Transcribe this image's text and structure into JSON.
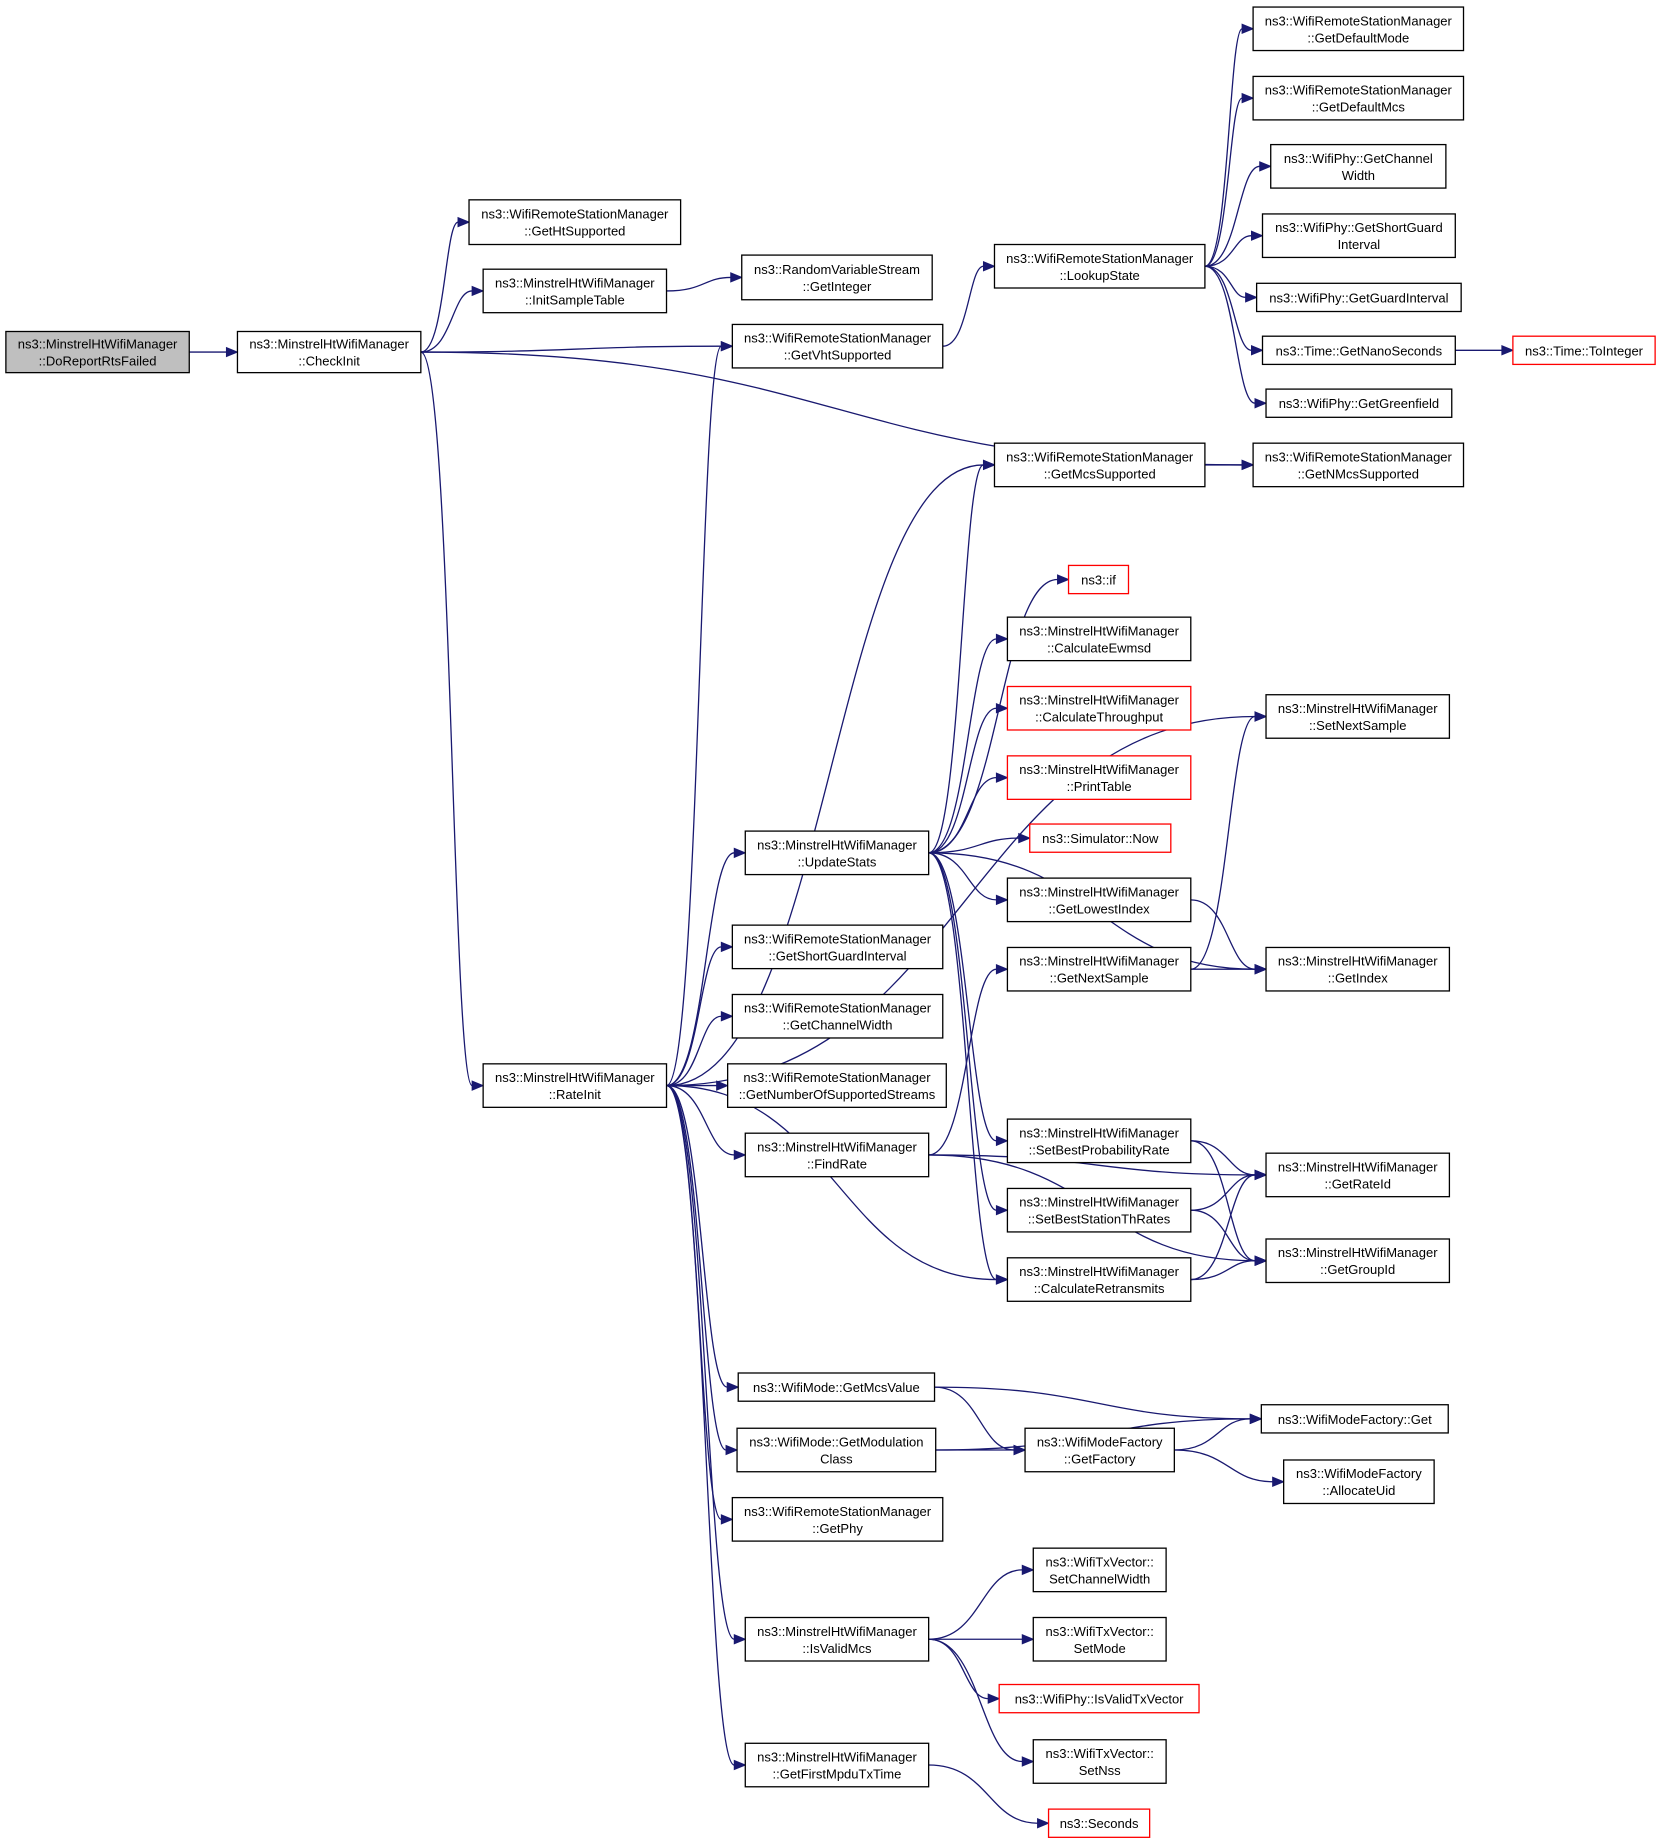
{
  "colors": {
    "edge": "#191970",
    "node_border": "#000000",
    "node_border_highlight": "#ff0000",
    "root_fill": "#bfbfbf",
    "node_fill": "#ffffff"
  },
  "nodes": {
    "doReport": {
      "lines": [
        "ns3::MinstrelHtWifiManager",
        "::DoReportRtsFailed"
      ],
      "style": "root"
    },
    "checkInit": {
      "lines": [
        "ns3::MinstrelHtWifiManager",
        "::CheckInit"
      ]
    },
    "getHtSupported": {
      "lines": [
        "ns3::WifiRemoteStationManager",
        "::GetHtSupported"
      ]
    },
    "initSample": {
      "lines": [
        "ns3::MinstrelHtWifiManager",
        "::InitSampleTable"
      ]
    },
    "rvsGetInteger": {
      "lines": [
        "ns3::RandomVariableStream",
        "::GetInteger"
      ]
    },
    "getVht": {
      "lines": [
        "ns3::WifiRemoteStationManager",
        "::GetVhtSupported"
      ]
    },
    "lookupState": {
      "lines": [
        "ns3::WifiRemoteStationManager",
        "::LookupState"
      ]
    },
    "defaultMode": {
      "lines": [
        "ns3::WifiRemoteStationManager",
        "::GetDefaultMode"
      ]
    },
    "defaultMcs": {
      "lines": [
        "ns3::WifiRemoteStationManager",
        "::GetDefaultMcs"
      ]
    },
    "phyChanWidth": {
      "lines": [
        "ns3::WifiPhy::GetChannel",
        "Width"
      ]
    },
    "phyShortGuard": {
      "lines": [
        "ns3::WifiPhy::GetShortGuard",
        "Interval"
      ]
    },
    "phyGuard": {
      "lines": [
        "ns3::WifiPhy::GetGuardInterval"
      ]
    },
    "nanoSeconds": {
      "lines": [
        "ns3::Time::GetNanoSeconds"
      ]
    },
    "toInteger": {
      "lines": [
        "ns3::Time::ToInteger"
      ],
      "style": "red"
    },
    "greenfield": {
      "lines": [
        "ns3::WifiPhy::GetGreenfield"
      ]
    },
    "mcsSupported": {
      "lines": [
        "ns3::WifiRemoteStationManager",
        "::GetMcsSupported"
      ]
    },
    "nMcsSupported": {
      "lines": [
        "ns3::WifiRemoteStationManager",
        "::GetNMcsSupported"
      ]
    },
    "nsIf": {
      "lines": [
        "ns3::if"
      ],
      "style": "red"
    },
    "calcEwmsd": {
      "lines": [
        "ns3::MinstrelHtWifiManager",
        "::CalculateEwmsd"
      ]
    },
    "calcThroughput": {
      "lines": [
        "ns3::MinstrelHtWifiManager",
        "::CalculateThroughput"
      ],
      "style": "red"
    },
    "setNextSample": {
      "lines": [
        "ns3::MinstrelHtWifiManager",
        "::SetNextSample"
      ]
    },
    "printTable": {
      "lines": [
        "ns3::MinstrelHtWifiManager",
        "::PrintTable"
      ],
      "style": "red"
    },
    "simNow": {
      "lines": [
        "ns3::Simulator::Now"
      ],
      "style": "red"
    },
    "updateStats": {
      "lines": [
        "ns3::MinstrelHtWifiManager",
        "::UpdateStats"
      ]
    },
    "lowestIndex": {
      "lines": [
        "ns3::MinstrelHtWifiManager",
        "::GetLowestIndex"
      ]
    },
    "shortGuard": {
      "lines": [
        "ns3::WifiRemoteStationManager",
        "::GetShortGuardInterval"
      ]
    },
    "nextSample": {
      "lines": [
        "ns3::MinstrelHtWifiManager",
        "::GetNextSample"
      ]
    },
    "getIndex": {
      "lines": [
        "ns3::MinstrelHtWifiManager",
        "::GetIndex"
      ]
    },
    "chanWidth": {
      "lines": [
        "ns3::WifiRemoteStationManager",
        "::GetChannelWidth"
      ]
    },
    "rateInit": {
      "lines": [
        "ns3::MinstrelHtWifiManager",
        "::RateInit"
      ]
    },
    "numStreams": {
      "lines": [
        "ns3::WifiRemoteStationManager",
        "::GetNumberOfSupportedStreams"
      ]
    },
    "setBestProb": {
      "lines": [
        "ns3::MinstrelHtWifiManager",
        "::SetBestProbabilityRate"
      ]
    },
    "findRate": {
      "lines": [
        "ns3::MinstrelHtWifiManager",
        "::FindRate"
      ]
    },
    "getRateId": {
      "lines": [
        "ns3::MinstrelHtWifiManager",
        "::GetRateId"
      ]
    },
    "setBestThr": {
      "lines": [
        "ns3::MinstrelHtWifiManager",
        "::SetBestStationThRates"
      ]
    },
    "calcRetrans": {
      "lines": [
        "ns3::MinstrelHtWifiManager",
        "::CalculateRetransmits"
      ]
    },
    "getGroupId": {
      "lines": [
        "ns3::MinstrelHtWifiManager",
        "::GetGroupId"
      ]
    },
    "mcsValue": {
      "lines": [
        "ns3::WifiMode::GetMcsValue"
      ]
    },
    "factoryGet": {
      "lines": [
        "ns3::WifiModeFactory::Get"
      ]
    },
    "modClass": {
      "lines": [
        "ns3::WifiMode::GetModulation",
        "Class"
      ]
    },
    "getFactory": {
      "lines": [
        "ns3::WifiModeFactory",
        "::GetFactory"
      ]
    },
    "allocUid": {
      "lines": [
        "ns3::WifiModeFactory",
        "::AllocateUid"
      ]
    },
    "getPhy": {
      "lines": [
        "ns3::WifiRemoteStationManager",
        "::GetPhy"
      ]
    },
    "txSetChan": {
      "lines": [
        "ns3::WifiTxVector::",
        "SetChannelWidth"
      ]
    },
    "isValidMcs": {
      "lines": [
        "ns3::MinstrelHtWifiManager",
        "::IsValidMcs"
      ]
    },
    "txSetMode": {
      "lines": [
        "ns3::WifiTxVector::",
        "SetMode"
      ]
    },
    "isValidTx": {
      "lines": [
        "ns3::WifiPhy::IsValidTxVector"
      ],
      "style": "red"
    },
    "txSetNss": {
      "lines": [
        "ns3::WifiTxVector::",
        "SetNss"
      ]
    },
    "firstMpdu": {
      "lines": [
        "ns3::MinstrelHtWifiManager",
        "::GetFirstMpduTxTime"
      ]
    },
    "seconds": {
      "lines": [
        "ns3::Seconds"
      ],
      "style": "red"
    }
  },
  "edges": [
    [
      "doReport",
      "checkInit"
    ],
    [
      "checkInit",
      "getHtSupported"
    ],
    [
      "checkInit",
      "initSample"
    ],
    [
      "checkInit",
      "getVht"
    ],
    [
      "checkInit",
      "nMcsSupported"
    ],
    [
      "checkInit",
      "rateInit"
    ],
    [
      "initSample",
      "rvsGetInteger"
    ],
    [
      "getVht",
      "lookupState"
    ],
    [
      "lookupState",
      "defaultMode"
    ],
    [
      "lookupState",
      "defaultMcs"
    ],
    [
      "lookupState",
      "phyChanWidth"
    ],
    [
      "lookupState",
      "phyShortGuard"
    ],
    [
      "lookupState",
      "phyGuard"
    ],
    [
      "lookupState",
      "nanoSeconds"
    ],
    [
      "lookupState",
      "greenfield"
    ],
    [
      "nanoSeconds",
      "toInteger"
    ],
    [
      "mcsSupported",
      "nMcsSupported"
    ],
    [
      "rateInit",
      "getVht"
    ],
    [
      "rateInit",
      "mcsSupported"
    ],
    [
      "rateInit",
      "setNextSample"
    ],
    [
      "rateInit",
      "updateStats"
    ],
    [
      "rateInit",
      "shortGuard"
    ],
    [
      "rateInit",
      "chanWidth"
    ],
    [
      "rateInit",
      "numStreams"
    ],
    [
      "rateInit",
      "findRate"
    ],
    [
      "rateInit",
      "calcRetrans"
    ],
    [
      "rateInit",
      "mcsValue"
    ],
    [
      "rateInit",
      "modClass"
    ],
    [
      "rateInit",
      "getPhy"
    ],
    [
      "rateInit",
      "isValidMcs"
    ],
    [
      "rateInit",
      "firstMpdu"
    ],
    [
      "updateStats",
      "mcsSupported"
    ],
    [
      "updateStats",
      "nsIf"
    ],
    [
      "updateStats",
      "calcEwmsd"
    ],
    [
      "updateStats",
      "calcThroughput"
    ],
    [
      "updateStats",
      "printTable"
    ],
    [
      "updateStats",
      "simNow"
    ],
    [
      "updateStats",
      "lowestIndex"
    ],
    [
      "updateStats",
      "getIndex"
    ],
    [
      "updateStats",
      "setBestProb"
    ],
    [
      "updateStats",
      "setBestThr"
    ],
    [
      "updateStats",
      "calcRetrans"
    ],
    [
      "lowestIndex",
      "getIndex"
    ],
    [
      "nextSample",
      "getIndex"
    ],
    [
      "nextSample",
      "setNextSample"
    ],
    [
      "findRate",
      "nextSample"
    ],
    [
      "findRate",
      "getRateId"
    ],
    [
      "findRate",
      "getGroupId"
    ],
    [
      "setBestProb",
      "getRateId"
    ],
    [
      "setBestProb",
      "getGroupId"
    ],
    [
      "setBestThr",
      "getRateId"
    ],
    [
      "setBestThr",
      "getGroupId"
    ],
    [
      "calcRetrans",
      "getRateId"
    ],
    [
      "calcRetrans",
      "getGroupId"
    ],
    [
      "mcsValue",
      "factoryGet"
    ],
    [
      "mcsValue",
      "getFactory"
    ],
    [
      "modClass",
      "getFactory"
    ],
    [
      "modClass",
      "factoryGet"
    ],
    [
      "getFactory",
      "factoryGet"
    ],
    [
      "getFactory",
      "allocUid"
    ],
    [
      "isValidMcs",
      "txSetChan"
    ],
    [
      "isValidMcs",
      "txSetMode"
    ],
    [
      "isValidMcs",
      "isValidTx"
    ],
    [
      "isValidMcs",
      "txSetNss"
    ],
    [
      "firstMpdu",
      "seconds"
    ]
  ]
}
